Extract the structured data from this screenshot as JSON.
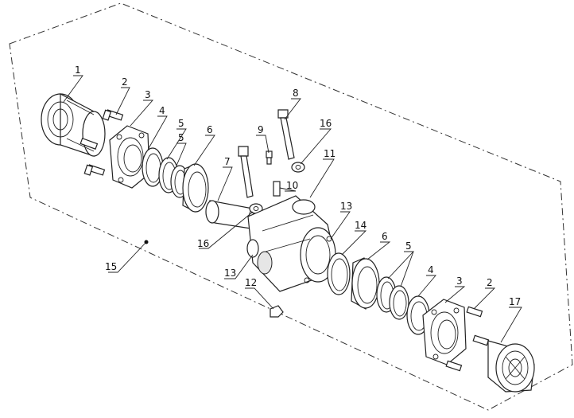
{
  "callouts": {
    "c1": "1",
    "c2a": "2",
    "c3a": "3",
    "c4a": "4",
    "c5a": "5",
    "c5b": "5",
    "c6a": "6",
    "c7": "7",
    "c8": "8",
    "c9": "9",
    "c16a": "16",
    "c10": "10",
    "c11": "11",
    "c16b": "16",
    "c13a": "13",
    "c13b": "13",
    "c14": "14",
    "c6b": "6",
    "c5c": "5",
    "c4b": "4",
    "c3b": "3",
    "c2b": "2",
    "c12": "12",
    "c15": "15",
    "c17": "17"
  }
}
